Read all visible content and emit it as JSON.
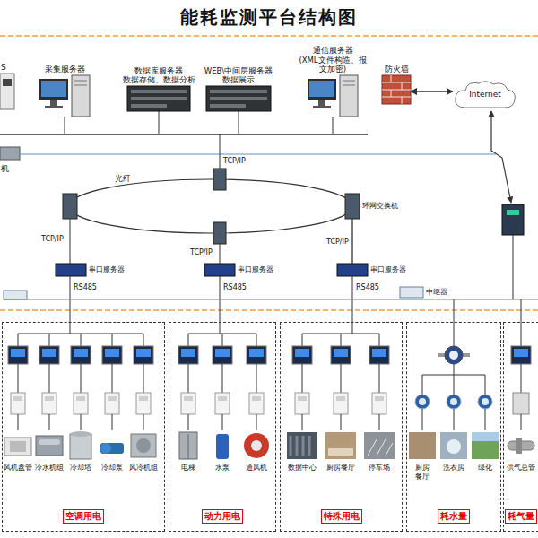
{
  "diagram": {
    "title": "能耗监测平台结构图",
    "nodes": [
      {
        "text": [
          "采集服务器"
        ]
      },
      {
        "text": [
          "数据库服务器",
          "数据存储、数据分析"
        ]
      },
      {
        "text": [
          "WEB\\中间层服务器",
          "数据展示"
        ]
      },
      {
        "text": [
          "通信服务器",
          "(XML文件构造、报 文加密)"
        ]
      },
      {
        "text": [
          "防火墙"
        ]
      },
      {
        "text": [
          "Internet"
        ]
      },
      {
        "text": [
          "环网交换机"
        ]
      },
      {
        "text": [
          "串口服务器"
        ]
      },
      {
        "text": [
          "串口服务器"
        ]
      },
      {
        "text": [
          "串口服务器"
        ]
      },
      {
        "text": [
          "中继器"
        ]
      },
      {
        "text": [
          "空调用电"
        ]
      },
      {
        "text": [
          "风机盘管"
        ],
        "in": 11
      },
      {
        "text": [
          "冷水机组"
        ],
        "in": 11
      },
      {
        "text": [
          "冷却塔"
        ],
        "in": 11
      },
      {
        "text": [
          "冷却泵"
        ],
        "in": 11
      },
      {
        "text": [
          "风冷机组"
        ],
        "in": 11
      },
      {
        "text": [
          "动力用电"
        ]
      },
      {
        "text": [
          "电梯"
        ],
        "in": 17
      },
      {
        "text": [
          "水泵"
        ],
        "in": 17
      },
      {
        "text": [
          "通风机"
        ],
        "in": 17
      },
      {
        "text": [
          "特殊用电"
        ]
      },
      {
        "text": [
          "数据中心"
        ],
        "in": 21
      },
      {
        "text": [
          "厨房餐厅"
        ],
        "in": 21
      },
      {
        "text": [
          "停车场"
        ],
        "in": 21
      },
      {
        "text": [
          "耗水量"
        ]
      },
      {
        "text": [
          "厨房 餐厅"
        ],
        "in": 25
      },
      {
        "text": [
          "洗衣房"
        ],
        "in": 25
      },
      {
        "text": [
          "绿化"
        ],
        "in": 25
      },
      {
        "text": [
          "耗气量"
        ]
      },
      {
        "text": [
          "供气总管"
        ],
        "in": 29
      }
    ],
    "edges": [
      {
        "from": 4,
        "to": 5,
        "arrow": "both"
      },
      {
        "from": 6,
        "to": 9,
        "label": "TCP/IP",
        "arrow": "none"
      }
    ],
    "labels": [
      "S",
      "机",
      "TCP/IP",
      "光纤",
      "TCP/IP",
      "TCP/IP",
      "RS485",
      "RS485",
      "RS485"
    ]
  }
}
